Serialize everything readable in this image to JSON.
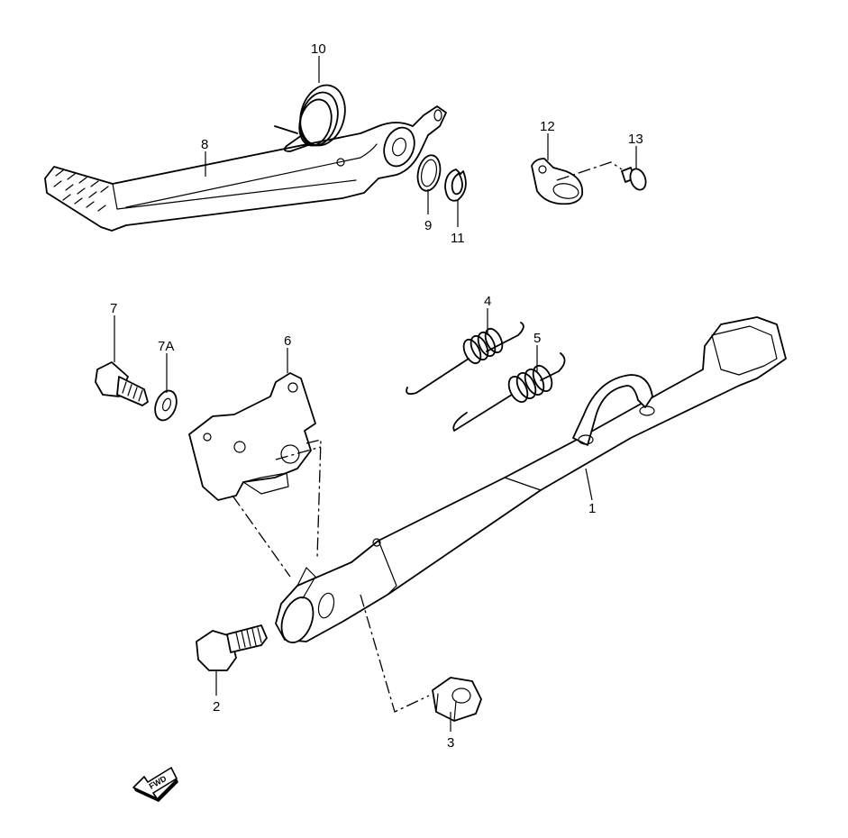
{
  "callouts": [
    {
      "id": "part-1",
      "label": "1"
    },
    {
      "id": "part-2",
      "label": "2"
    },
    {
      "id": "part-3",
      "label": "3"
    },
    {
      "id": "part-4",
      "label": "4"
    },
    {
      "id": "part-5",
      "label": "5"
    },
    {
      "id": "part-6",
      "label": "6"
    },
    {
      "id": "part-7",
      "label": "7"
    },
    {
      "id": "part-7a",
      "label": "7A"
    },
    {
      "id": "part-8",
      "label": "8"
    },
    {
      "id": "part-9",
      "label": "9"
    },
    {
      "id": "part-10",
      "label": "10"
    },
    {
      "id": "part-11",
      "label": "11"
    },
    {
      "id": "part-12",
      "label": "12"
    },
    {
      "id": "part-13",
      "label": "13"
    }
  ],
  "direction_arrow": {
    "label": "FWD",
    "icon": "forward-arrow-icon"
  }
}
